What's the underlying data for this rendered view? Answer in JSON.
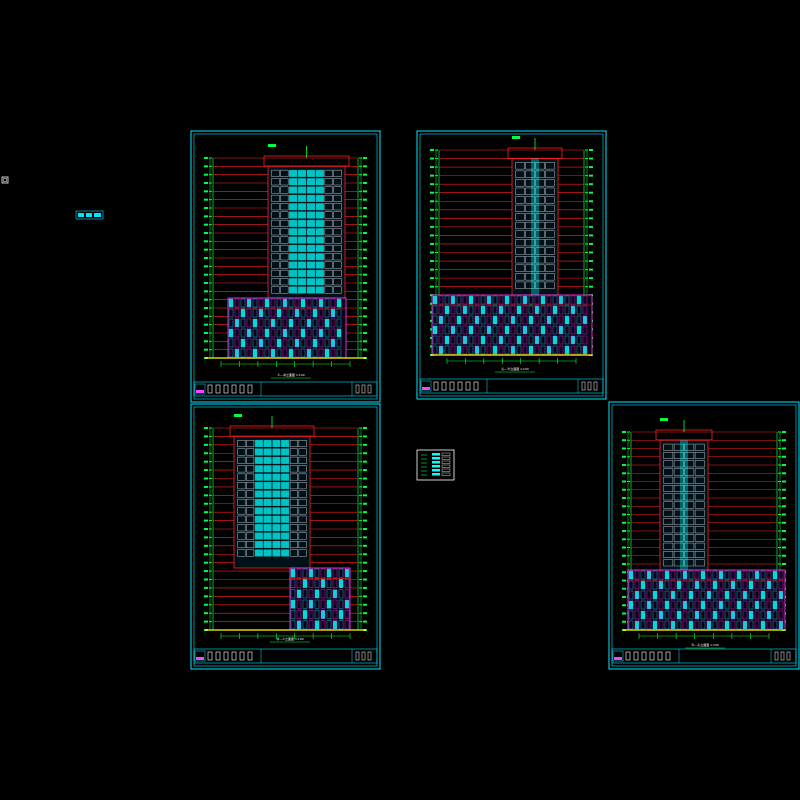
{
  "colors": {
    "background": "#000000",
    "frame": "#00e5ff",
    "level_line": "#ff2020",
    "dimension": "#00ff40",
    "window": "#00ffff",
    "facade": "#ff40ff",
    "ground": "#ffff00",
    "text": "#ffffff"
  },
  "drawing": {
    "sheets": [
      {
        "id": "A",
        "caption": "①—⑳立面图 1:100"
      },
      {
        "id": "B",
        "caption": "Ⓐ—Ⓝ立面图 1:100"
      },
      {
        "id": "C",
        "caption": "⑳—①立面图 1:100"
      },
      {
        "id": "D",
        "caption": "Ⓝ—Ⓐ立面图 1:100"
      }
    ]
  }
}
